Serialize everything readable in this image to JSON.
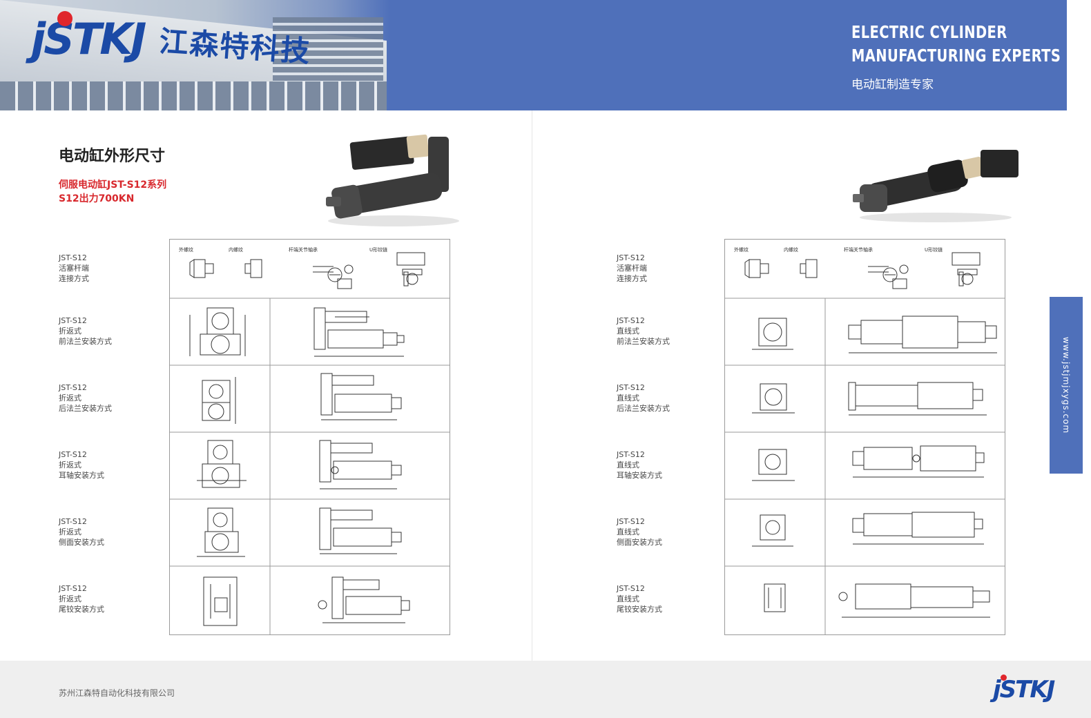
{
  "header": {
    "logo_mark": "jSTKJ",
    "logo_cn": "江森特科技",
    "tagline_en_line1": "ELECTRIC CYLINDER",
    "tagline_en_line2": "MANUFACTURING EXPERTS",
    "tagline_cn": "电动缸制造专家"
  },
  "left_page": {
    "title": "电动缸外形尺寸",
    "subtitle_line1": "伺服电动缸JST-S12系列",
    "subtitle_line2": "S12出力700KN",
    "rod_end_labels": [
      "外螺纹",
      "内螺纹",
      "杆端关节轴承",
      "U形铰链"
    ],
    "rows": [
      {
        "model": "JST-S12",
        "type": "活塞杆端",
        "mount": "连接方式"
      },
      {
        "model": "JST-S12",
        "type": "折返式",
        "mount": "前法兰安装方式"
      },
      {
        "model": "JST-S12",
        "type": "折返式",
        "mount": "后法兰安装方式"
      },
      {
        "model": "JST-S12",
        "type": "折返式",
        "mount": "耳轴安装方式"
      },
      {
        "model": "JST-S12",
        "type": "折返式",
        "mount": "侧面安装方式"
      },
      {
        "model": "JST-S12",
        "type": "折返式",
        "mount": "尾铰安装方式"
      }
    ]
  },
  "right_page": {
    "rod_end_labels": [
      "外螺纹",
      "内螺纹",
      "杆端关节轴承",
      "U形铰链"
    ],
    "rows": [
      {
        "model": "JST-S12",
        "type": "活塞杆端",
        "mount": "连接方式"
      },
      {
        "model": "JST-S12",
        "type": "直线式",
        "mount": "前法兰安装方式"
      },
      {
        "model": "JST-S12",
        "type": "直线式",
        "mount": "后法兰安装方式"
      },
      {
        "model": "JST-S12",
        "type": "直线式",
        "mount": "耳轴安装方式"
      },
      {
        "model": "JST-S12",
        "type": "直线式",
        "mount": "侧面安装方式"
      },
      {
        "model": "JST-S12",
        "type": "直线式",
        "mount": "尾铰安装方式"
      }
    ]
  },
  "side_tab": {
    "url": "www.jstjmjxygs.com"
  },
  "footer": {
    "company": "苏州江森特自动化科技有限公司",
    "logo": "jSTKJ"
  },
  "colors": {
    "brand_blue": "#4f70ba",
    "logo_blue": "#1b4aa6",
    "accent_red": "#d8282d"
  }
}
